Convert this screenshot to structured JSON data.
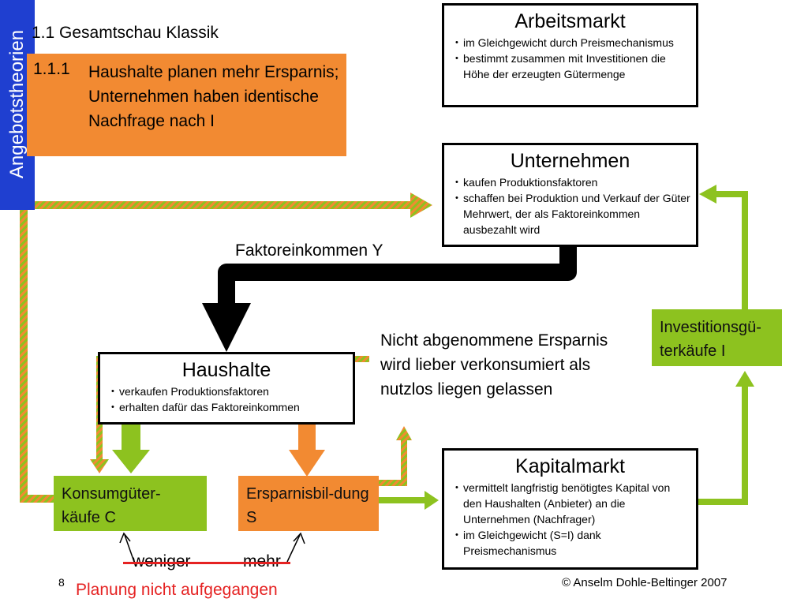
{
  "sidebar": {
    "label": "Angebotstheorien"
  },
  "section_heading": "1.1 Gesamtschau Klassik",
  "subsection": {
    "number": "1.1.1",
    "text": "Haushalte planen mehr Ersparnis; Unternehmen haben identische Nachfrage nach I"
  },
  "boxes": {
    "arbeitsmarkt": {
      "title": "Arbeitsmarkt",
      "bullets": [
        "im Gleichgewicht durch Preismechanismus",
        "bestimmt zusammen mit Investitionen die Höhe der erzeugten Gütermenge"
      ]
    },
    "unternehmen": {
      "title": "Unternehmen",
      "bullets": [
        "kaufen Produktionsfaktoren",
        "schaffen bei Produktion und Verkauf der Güter Mehrwert, der als Faktoreinkommen ausbezahlt wird"
      ]
    },
    "haushalte": {
      "title": "Haushalte",
      "bullets": [
        "verkaufen Produktionsfaktoren",
        "erhalten dafür das Faktoreinkommen"
      ]
    },
    "kapitalmarkt": {
      "title": "Kapitalmarkt",
      "bullets": [
        "vermittelt langfristig benötigtes Kapital von den Haushalten (Anbieter) an die Unternehmen (Nachfrager)",
        "im Gleichgewicht (S=I) dank Preismechanismus"
      ]
    }
  },
  "flows": {
    "konsum": "Konsumgüter-käufe C",
    "ersparnis": "Ersparnisbil-dung S",
    "investition": "Investitionsgü-terkäufe I",
    "faktoreinkommen": "Faktoreinkommen Y"
  },
  "note": "Nicht abgenommene Ersparnis wird lieber verkonsumiert als nutzlos liegen gelassen",
  "weniger": "weniger",
  "mehr": "mehr",
  "planung": "Planung nicht aufgegangen",
  "page_number": "8",
  "copyright": "© Anselm Dohle-Beltinger 2007",
  "colors": {
    "green": "#8dc21f",
    "orange": "#f28a32",
    "blue": "#1f3fd0",
    "red": "#e52222",
    "black": "#000000"
  }
}
